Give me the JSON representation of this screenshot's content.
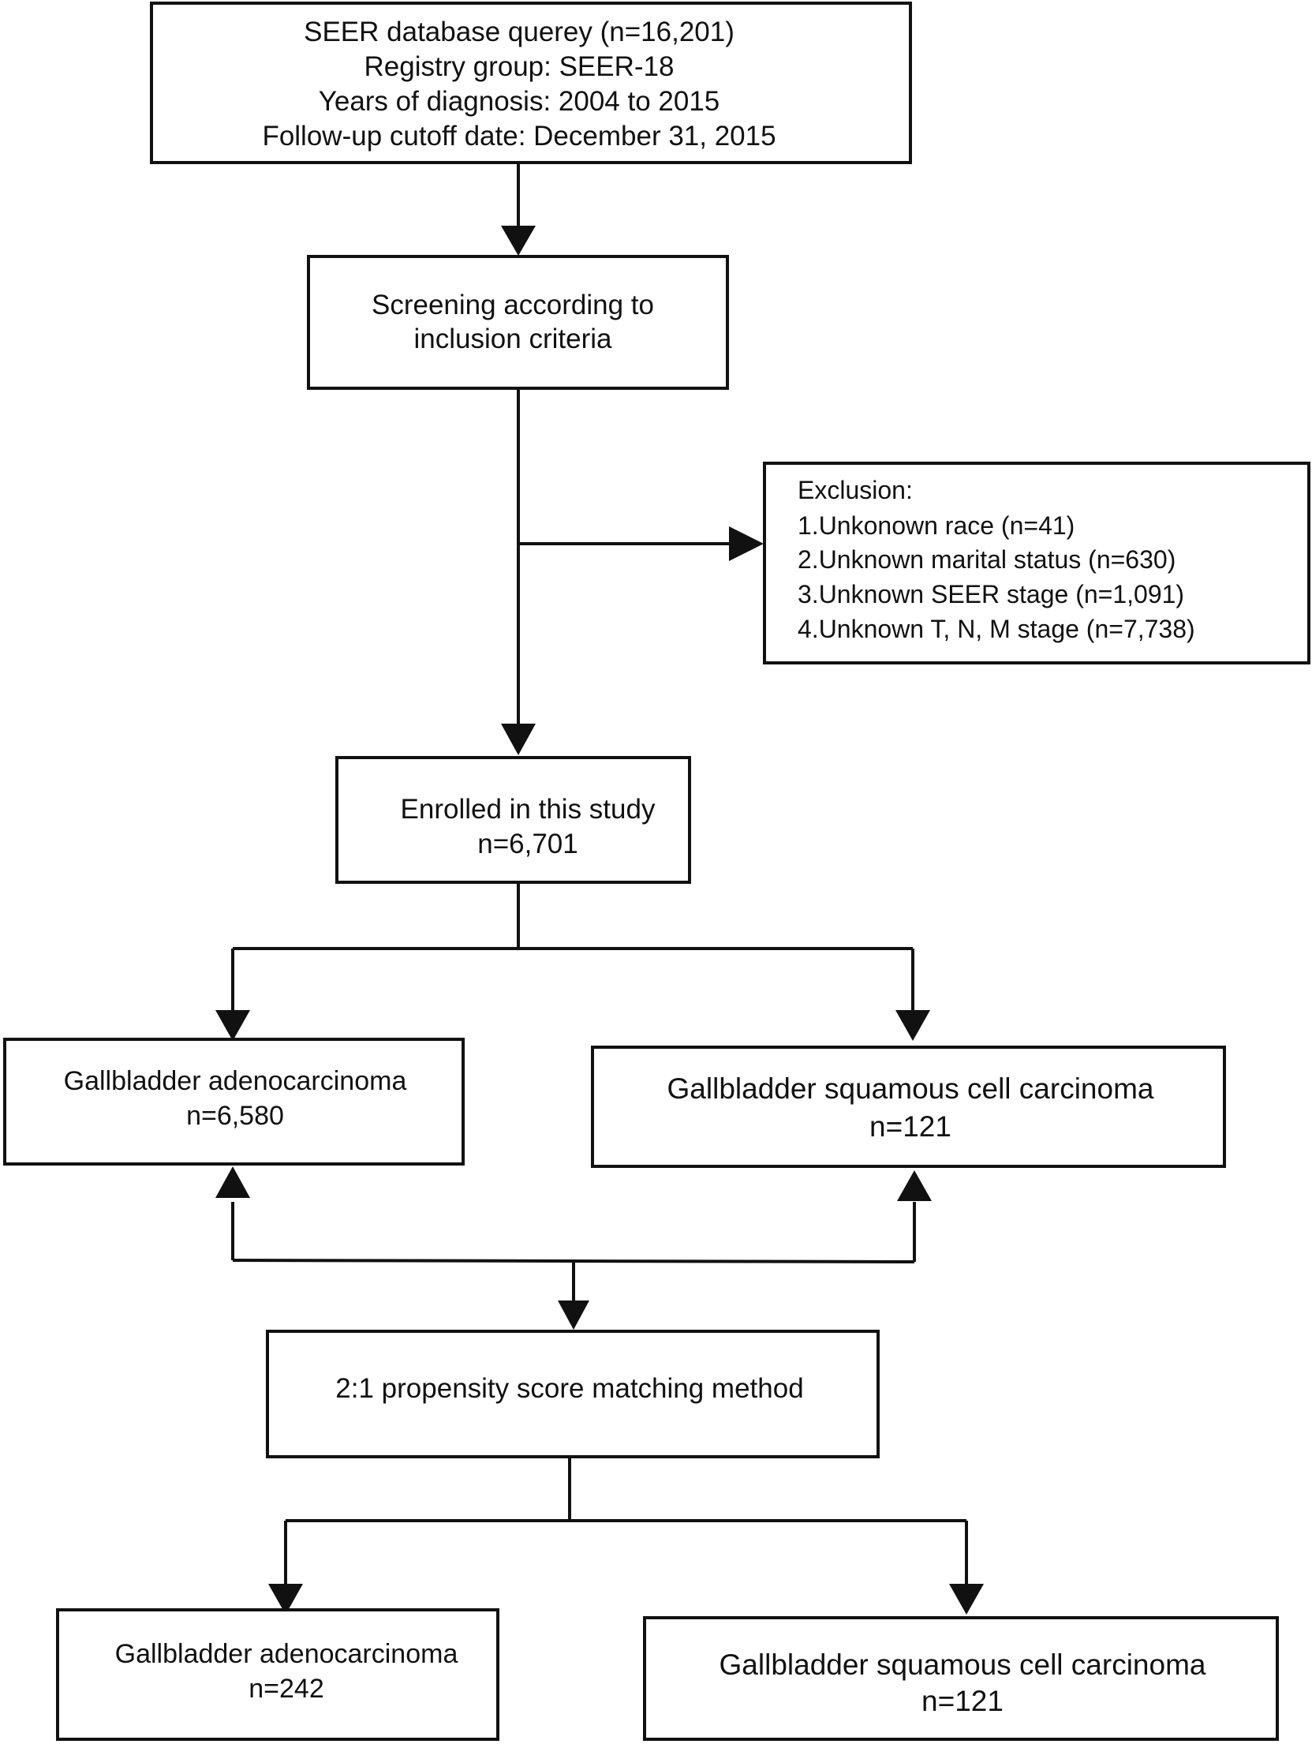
{
  "boxes": {
    "query": {
      "lines": [
        "SEER database querey (n=16,201)",
        "Registry group: SEER-18",
        "Years of diagnosis: 2004 to 2015",
        "Follow-up cutoff date: December 31, 2015"
      ]
    },
    "screening": {
      "lines": [
        "Screening according to",
        "inclusion criteria"
      ]
    },
    "exclusion": {
      "lines": [
        "Exclusion:",
        "1.Unkonown race (n=41)",
        "2.Unknown marital status (n=630)",
        "3.Unknown SEER stage (n=1,091)",
        "4.Unknown T, N, M stage (n=7,738)"
      ]
    },
    "enrolled": {
      "lines": [
        "Enrolled in this study",
        "n=6,701"
      ]
    },
    "adeno_all": {
      "lines": [
        "Gallbladder adenocarcinoma",
        "n=6,580"
      ]
    },
    "squamous_all": {
      "lines": [
        "Gallbladder squamous cell carcinoma",
        "n=121"
      ]
    },
    "psm": {
      "lines": [
        "2:1 propensity score matching method"
      ]
    },
    "adeno_matched": {
      "lines": [
        "Gallbladder adenocarcinoma",
        "n=242"
      ]
    },
    "squamous_matched": {
      "lines": [
        "Gallbladder squamous cell carcinoma",
        "n=121"
      ]
    }
  }
}
